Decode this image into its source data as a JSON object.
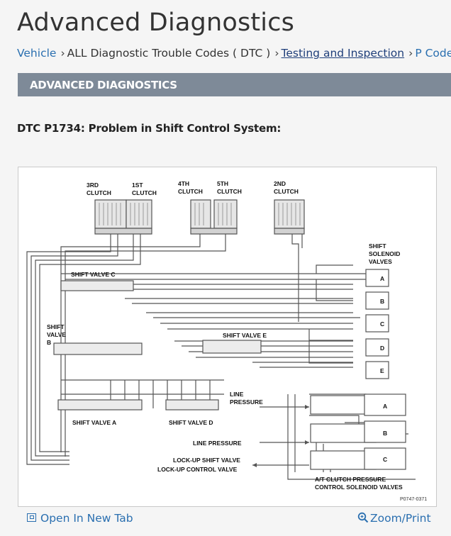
{
  "page": {
    "title": "Advanced Diagnostics"
  },
  "breadcrumb": {
    "items": [
      "Vehicle",
      "ALL Diagnostic Trouble Codes ( DTC )",
      "Testing and Inspection",
      "P Code Ch"
    ],
    "separator": "›"
  },
  "section": {
    "title": "ADVANCED DIAGNOSTICS"
  },
  "dtc": {
    "heading": "DTC P1734: Problem in Shift Control System:"
  },
  "diagram": {
    "clutches": [
      "3RD",
      "1ST",
      "4TH",
      "5TH",
      "2ND"
    ],
    "clutch_word": "CLUTCH",
    "shift_solenoid_title": [
      "SHIFT",
      "SOLENOID",
      "VALVES"
    ],
    "shift_solenoids": [
      "A",
      "B",
      "C",
      "D",
      "E"
    ],
    "shift_valves": {
      "c": "SHIFT VALVE C",
      "b": [
        "SHIFT",
        "VALVE",
        "B"
      ],
      "e": "SHIFT VALVE E",
      "a": "SHIFT VALVE A",
      "d": "SHIFT VALVE D"
    },
    "line_pressure_1": [
      "LINE",
      "PRESSURE"
    ],
    "line_pressure_2": "LINE PRESSURE",
    "lockup": [
      "LOCK-UP SHIFT VALVE",
      "LOCK-UP CONTROL VALVE"
    ],
    "pressure_solenoids": [
      "A",
      "B",
      "C"
    ],
    "pressure_solenoid_title": [
      "A/T CLUTCH PRESSURE",
      "CONTROL SOLENOID VALVES"
    ],
    "figure_id": "P0747-0371"
  },
  "footer": {
    "open_new_tab": "Open In New Tab",
    "zoom_print": "Zoom/Print"
  },
  "colors": {
    "link": "#2a6fb0",
    "section_bar": "#7e8a98"
  }
}
